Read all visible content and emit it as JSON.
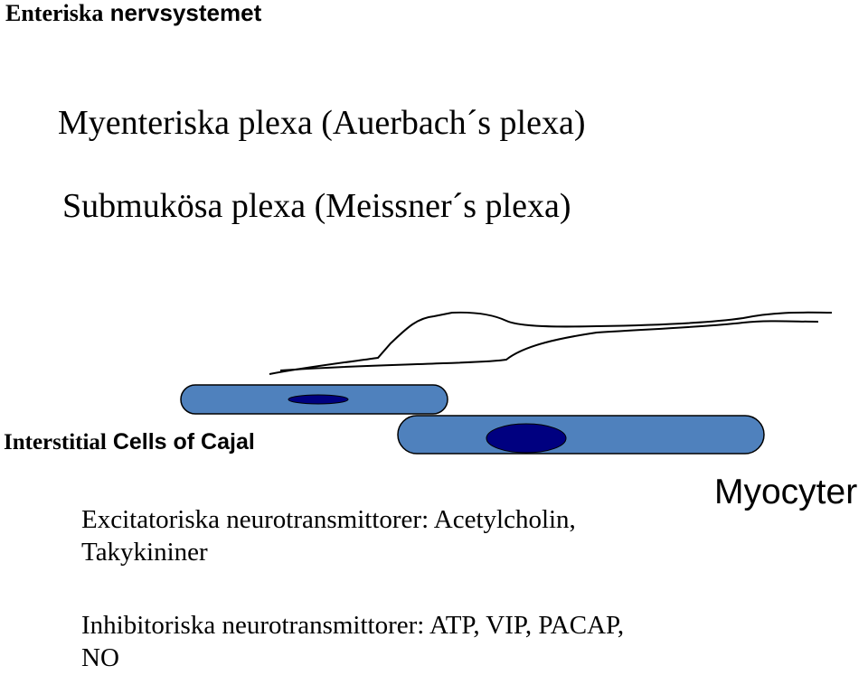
{
  "title": {
    "part1": "Enteriska",
    "part2": " nervsystemet"
  },
  "plexus": {
    "myenteric": "Myenteriska plexa (Auerbach´s plexa)",
    "submucosal": "Submukösa plexa (Meissner´s plexa)"
  },
  "icc_label": {
    "part1": "Interstitial",
    "part2": " Cells of Cajal"
  },
  "myocyte_label": "Myocyter",
  "excitatory": "Excitatoriska neurotransmittorer: Acetylcholin, Takykininer",
  "inhibitory": "Inhibitoriska neurotransmittorer: ATP, VIP, PACAP, NO",
  "colors": {
    "cell_body": "#4f81bd",
    "nucleus": "#000080",
    "outline": "#000000"
  }
}
